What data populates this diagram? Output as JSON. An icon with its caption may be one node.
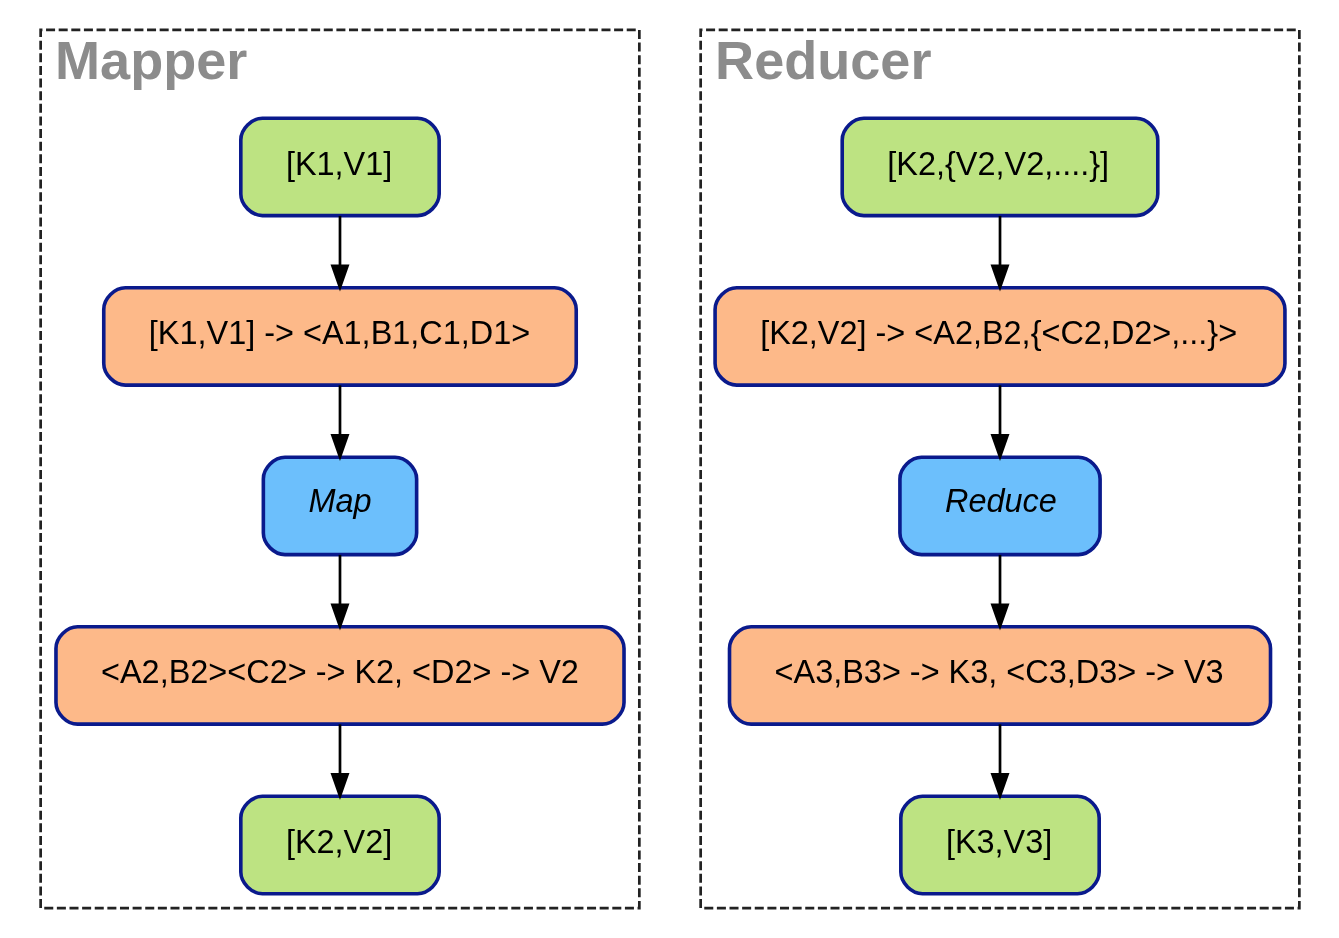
{
  "diagram": {
    "nodes": [
      {
        "text": [
          "Mapper"
        ]
      },
      {
        "text": [
          "[K1,V1]"
        ],
        "in": 0
      },
      {
        "text": [
          "[K1,V1] -> <A1,B1,C1,D1>"
        ],
        "in": 0
      },
      {
        "text": [
          "Map"
        ],
        "in": 0
      },
      {
        "text": [
          "<A2,B2><C2> -> K2, <D2> -> V2"
        ],
        "in": 0
      },
      {
        "text": [
          "[K2,V2]"
        ],
        "in": 0
      },
      {
        "text": [
          "Reducer"
        ]
      },
      {
        "text": [
          "[K2,{V2,V2,....}]"
        ],
        "in": 6
      },
      {
        "text": [
          "[K2,V2] -> <A2,B2,{<C2,D2>,...}>"
        ],
        "in": 6
      },
      {
        "text": [
          "Reduce"
        ],
        "in": 6
      },
      {
        "text": [
          "<A3,B3> -> K3, <C3,D3> -> V3"
        ],
        "in": 6
      },
      {
        "text": [
          "[K3,V3]"
        ],
        "in": 6
      }
    ],
    "edges": [
      {
        "from": 1,
        "to": 2,
        "arrow": "to"
      },
      {
        "from": 2,
        "to": 3,
        "arrow": "to"
      },
      {
        "from": 3,
        "to": 4,
        "arrow": "to"
      },
      {
        "from": 4,
        "to": 5,
        "arrow": "to"
      },
      {
        "from": 7,
        "to": 8,
        "arrow": "to"
      },
      {
        "from": 8,
        "to": 9,
        "arrow": "to"
      },
      {
        "from": 9,
        "to": 10,
        "arrow": "to"
      },
      {
        "from": 10,
        "to": 11,
        "arrow": "to"
      }
    ]
  }
}
